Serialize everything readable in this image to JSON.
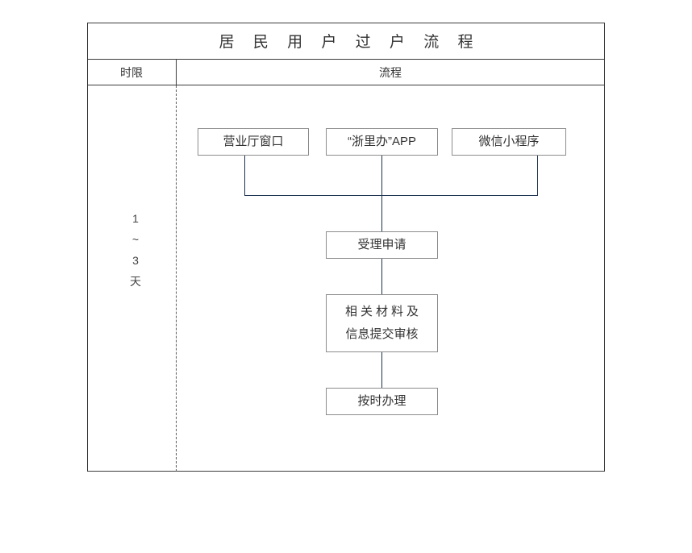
{
  "table": {
    "title": "居 民 用 户 过 户 流 程",
    "columns": [
      {
        "key": "duration",
        "header": "时限"
      },
      {
        "key": "flow",
        "header": "流程"
      }
    ],
    "duration_lines": [
      "1",
      "~",
      "3",
      "天"
    ]
  },
  "flow": {
    "entry_nodes": [
      {
        "id": "window",
        "label": "营业厅窗口"
      },
      {
        "id": "app",
        "label": "“浙里办”APP"
      },
      {
        "id": "miniapp",
        "label": "微信小程序"
      }
    ],
    "steps": [
      {
        "id": "accept",
        "label": "受理申请"
      },
      {
        "id": "materials",
        "label_line1": "相关材料及",
        "label_line2": "信息提交审核"
      },
      {
        "id": "ontime",
        "label": "按时办理"
      }
    ]
  },
  "colors": {
    "frame_border": "#3c3c3c",
    "node_border": "#8c8c8c",
    "connector": "#1e3350",
    "text": "#333333",
    "background": "#ffffff",
    "dashed_divider": "#5a5a5a"
  }
}
